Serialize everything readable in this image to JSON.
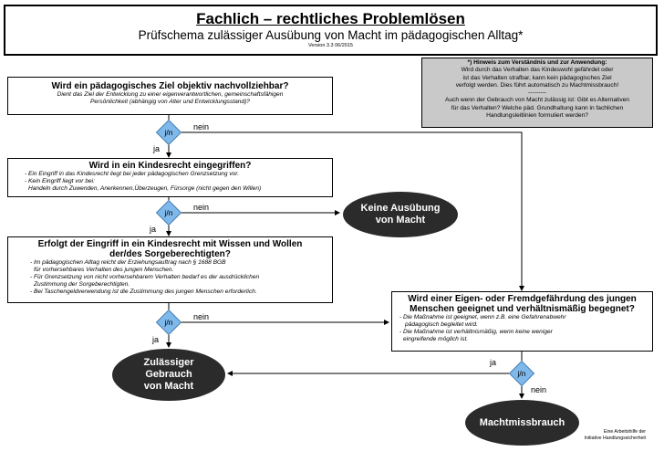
{
  "header": {
    "title": "Fachlich – rechtliches Problemlösen",
    "subtitle": "Prüfschema zulässiger Ausübung von Macht im pädagogischen Alltag*",
    "version": "Version 3.3 06/2015"
  },
  "note": {
    "line1": "*) Hinweis zum Verständnis und zur Anwendung:",
    "line2": "Wird durch das Verhalten das Kindeswohl gefährdet oder",
    "line3": "ist das Verhalten strafbar, kann kein pädagogisches Ziel",
    "line4": "verfolgt werden. Dies führt automatisch zu Machtmissbrauch!",
    "separator": "---------",
    "line5": "Auch wenn der Gebrauch von Macht zulässig ist: Gibt es Alternativen",
    "line6": "für das Verhalten? Welche päd. Grundhaltung kann in fachlichen",
    "line7": "Handlungsleitlinien formuliert werden?"
  },
  "q1": {
    "title": "Wird ein pädagogisches Ziel objektiv nachvollziehbar?",
    "line1": "Dient das Ziel der Entwicklung zu einer eigenverantwortlichen, gemeinschaftsfähigen",
    "line2": "Persönlichkeit (abhängig von Alter und Entwicklungsstand)?"
  },
  "q2": {
    "title": "Wird in ein Kindesrecht eingegriffen?",
    "line1": "- Ein Eingriff in das Kindesrecht liegt bei jeder pädagogischen Grenzsetzung vor.",
    "line2": "- Kein Eingriff liegt vor bei:",
    "line3": "Handeln durch Zuwenden, Anerkennen,Überzeugen, Fürsorge (nicht gegen den Willen)"
  },
  "q3": {
    "title_line1": "Erfolgt der Eingriff in ein Kindesrecht mit Wissen und Wollen",
    "title_line2": "der/des Sorgeberechtigten?",
    "line1": "- Im pädagogischen Alltag reicht der Erziehungsauftrag nach § 1688 BGB",
    "line2": "für vorhersehbares Verhalten des jungen Menschen.",
    "line3": "- Für Grenzsetzung von nicht vorhersehbarem Verhalten bedarf es der ausdrücklichen",
    "line4": "Zustimmung der Sorgeberechtigten.",
    "line5": "- Bei Taschengeldverwendung ist die Zustimmung des jungen Menschen erforderlich."
  },
  "q4": {
    "title_line1": "Wird einer Eigen- oder Fremdgefährdung des jungen",
    "title_line2": "Menschen geeignet und verhältnismäßig begegnet?",
    "line1": "- Die Maßnahme ist geeignet, wenn z.B. eine Gefahrenabwehr",
    "line2": "pädagogisch begleitet wird.",
    "line3": "- Die Maßnahme ist verhältnismäßig, wenn keine weniger",
    "line4": "eingreifende möglich ist."
  },
  "decision": {
    "jn": "j/n",
    "ja": "ja",
    "nein": "nein"
  },
  "outcomes": {
    "keine_line1": "Keine Ausübung",
    "keine_line2": "von Macht",
    "zul_line1": "Zulässiger",
    "zul_line2": "Gebrauch",
    "zul_line3": "von Macht",
    "miss": "Machtmissbrauch"
  },
  "footer": {
    "line1": "Eine Arbeitshilfe der",
    "line2": "Initiative Handlungssicherheit"
  }
}
